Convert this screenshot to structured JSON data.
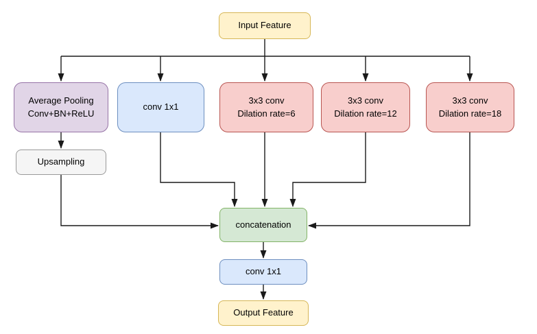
{
  "diagram": {
    "type": "flowchart",
    "background": "#FFFFFF",
    "nodes": {
      "input_feature": {
        "lines": [
          "Input Feature"
        ],
        "color": "yellow"
      },
      "avg_pool": {
        "lines": [
          "Average Pooling",
          "Conv+BN+ReLU"
        ],
        "color": "purple"
      },
      "conv_1x1_branch": {
        "lines": [
          "conv 1x1"
        ],
        "color": "blue"
      },
      "conv_3x3_d6": {
        "lines": [
          "3x3 conv",
          "Dilation rate=6"
        ],
        "color": "red"
      },
      "conv_3x3_d12": {
        "lines": [
          "3x3 conv",
          "Dilation rate=12"
        ],
        "color": "red"
      },
      "conv_3x3_d18": {
        "lines": [
          "3x3 conv",
          "Dilation rate=18"
        ],
        "color": "red"
      },
      "upsampling": {
        "lines": [
          "Upsampling"
        ],
        "color": "gray"
      },
      "concatenation": {
        "lines": [
          "concatenation"
        ],
        "color": "green"
      },
      "conv_1x1_out": {
        "lines": [
          "conv 1x1"
        ],
        "color": "blue"
      },
      "output_feature": {
        "lines": [
          "Output Feature"
        ],
        "color": "yellow"
      }
    },
    "edges": [
      {
        "from": "input_feature",
        "to": "avg_pool"
      },
      {
        "from": "input_feature",
        "to": "conv_1x1_branch"
      },
      {
        "from": "input_feature",
        "to": "conv_3x3_d6"
      },
      {
        "from": "input_feature",
        "to": "conv_3x3_d12"
      },
      {
        "from": "input_feature",
        "to": "conv_3x3_d18"
      },
      {
        "from": "avg_pool",
        "to": "upsampling"
      },
      {
        "from": "upsampling",
        "to": "concatenation"
      },
      {
        "from": "conv_1x1_branch",
        "to": "concatenation"
      },
      {
        "from": "conv_3x3_d6",
        "to": "concatenation"
      },
      {
        "from": "conv_3x3_d12",
        "to": "concatenation"
      },
      {
        "from": "conv_3x3_d18",
        "to": "concatenation"
      },
      {
        "from": "concatenation",
        "to": "conv_1x1_out"
      },
      {
        "from": "conv_1x1_out",
        "to": "output_feature"
      }
    ],
    "palette": {
      "yellow_fill": "#FFF2CC",
      "yellow_stroke": "#D6B656",
      "purple_fill": "#E1D5E7",
      "purple_stroke": "#9673A6",
      "blue_fill": "#DAE8FC",
      "blue_stroke": "#6C8EBF",
      "red_fill": "#F8CECC",
      "red_stroke": "#B85450",
      "green_fill": "#D5E8D4",
      "green_stroke": "#82B366",
      "gray_fill": "#F5F5F5",
      "gray_stroke": "#999999",
      "edge_color": "#1A1A1A"
    }
  }
}
